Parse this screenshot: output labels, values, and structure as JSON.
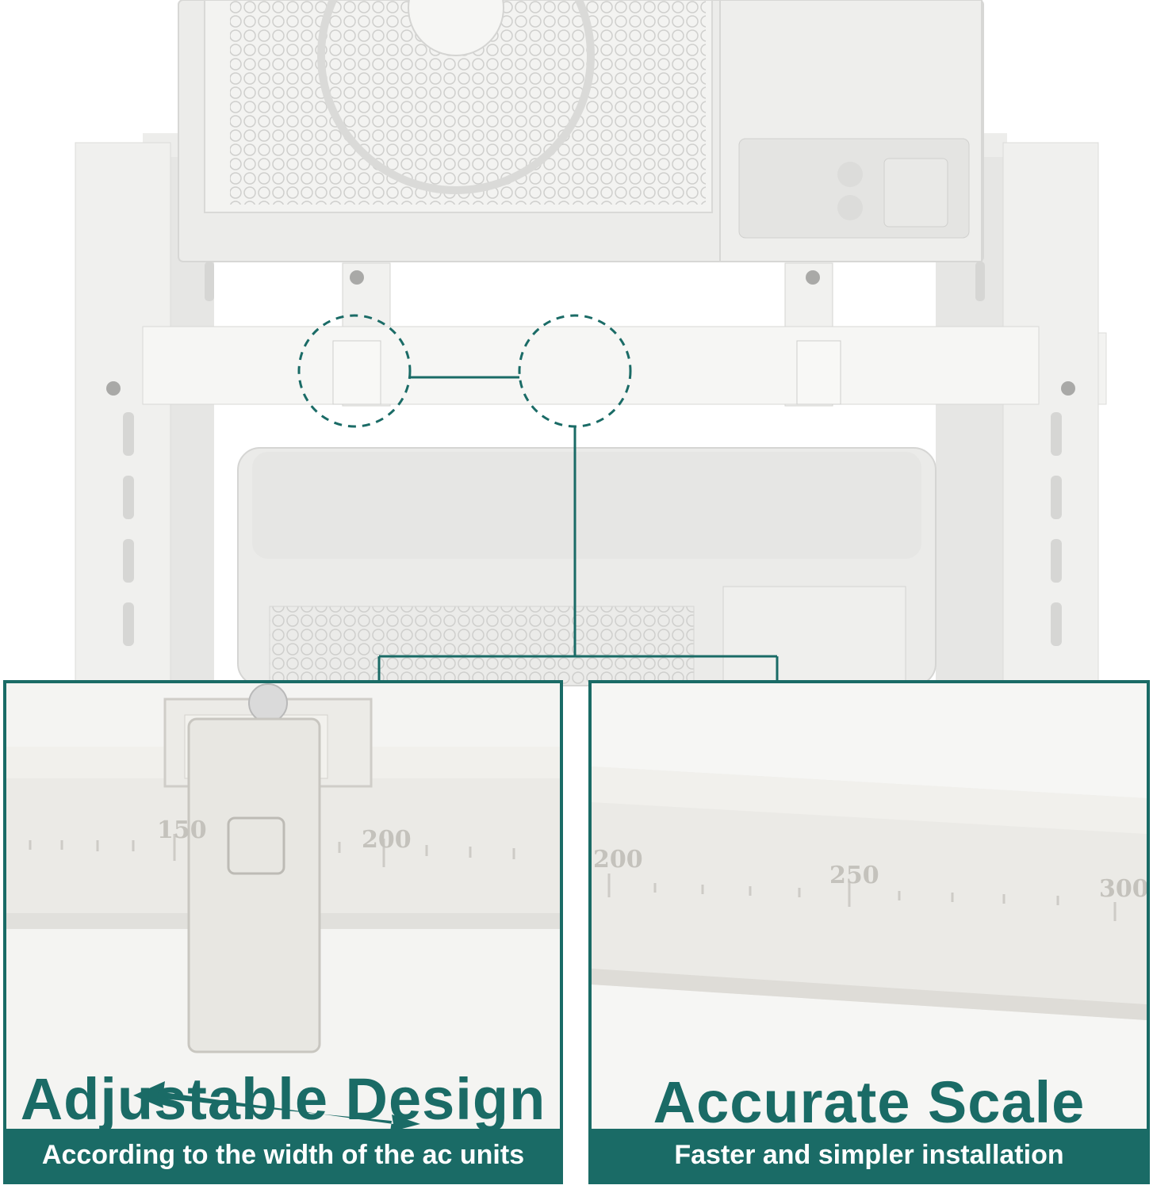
{
  "colors": {
    "accent": "#1a6b66",
    "frame": "#eeeeec",
    "unit": "#e9e9e7",
    "bar": "#ebeae6"
  },
  "icons": {
    "callout_left": "dashed-circle-icon",
    "callout_center": "dashed-circle-icon",
    "arrow": "double-arrow-icon"
  },
  "left_panel": {
    "headline": "Adjustable Design",
    "caption": "According to the width of the ac units",
    "scale_labels": [
      "150",
      "200"
    ]
  },
  "right_panel": {
    "headline": "Accurate Scale",
    "caption": "Faster and simpler installation",
    "scale_labels": [
      "200",
      "250",
      "300"
    ]
  }
}
